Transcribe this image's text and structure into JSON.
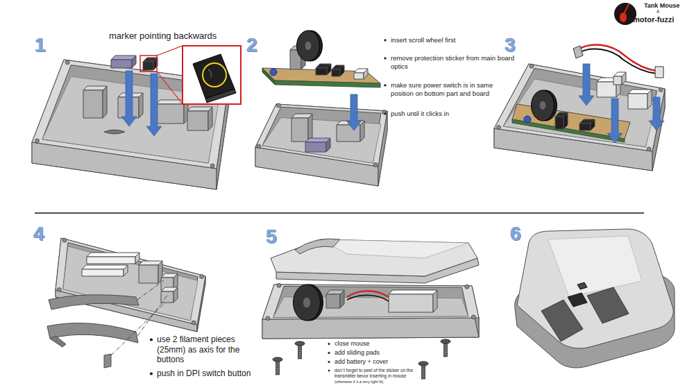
{
  "diagram": {
    "labels": [
      "Tank Mouse",
      "4",
      "motor-fuzzi",
      "1",
      "marker pointing backwards",
      "2",
      "insert scroll wheel first",
      "remove protection sticker from main board optics",
      "make sure power switch is in same position on bottom part and board",
      "push until it clicks in",
      "3",
      "4",
      "use 2 filament pieces (25mm) as axis for the buttons",
      "push in DPI switch button",
      "5",
      "close mouse",
      "add sliding pads",
      "add battery + cover",
      "don´t forget to peel of the sticker on the transmitter bevor inserting in mouse",
      "(otherwise it´s a very tight fit)",
      "6"
    ]
  }
}
